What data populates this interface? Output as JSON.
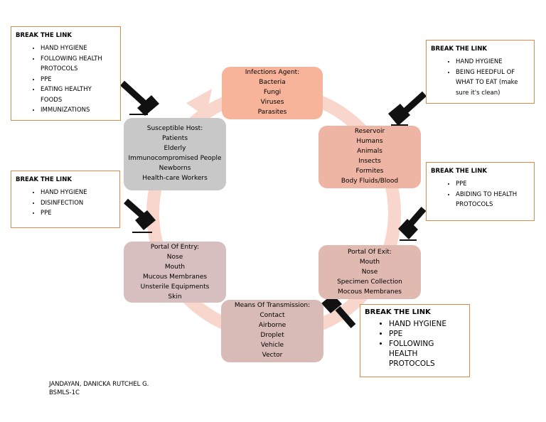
{
  "nodes": {
    "agent": {
      "title": "Infections Agent:",
      "items": [
        "Bacteria",
        "Fungi",
        "Viruses",
        "Parasites"
      ],
      "color": "#f7b49b"
    },
    "reservoir": {
      "title": "Reservoir",
      "items": [
        "Humans",
        "Animals",
        "Insects",
        "Formites",
        "Body Fluids/Blood"
      ],
      "color": "#efb5a4"
    },
    "exit": {
      "title": "Portal Of Exit:",
      "items": [
        "Mouth",
        "Nose",
        "Specimen Collection",
        "Mocous Membranes"
      ],
      "color": "#e0b9b1"
    },
    "transmission": {
      "title": "Means Of Transmission:",
      "items": [
        "Contact",
        "Airborne",
        "Droplet",
        "Vehicle",
        "Vector"
      ],
      "color": "#d8bbb7"
    },
    "entry": {
      "title": "Portal Of Entry:",
      "items": [
        "Nose",
        "Mouth",
        "Mucous Membranes",
        "Unsterile Equipments",
        "Skin"
      ],
      "color": "#d7bfbf"
    },
    "host": {
      "title": "Susceptible Host:",
      "items": [
        "Patients",
        "Elderly",
        "Immunocompromised People",
        "Newborns",
        "Health-care Workers"
      ],
      "color": "#c8c8c8"
    }
  },
  "boxes": {
    "host": {
      "title": "BREAK THE LINK",
      "items": [
        "HAND HYGIENE",
        "FOLLOWING HEALTH PROTOCOLS",
        "PPE",
        "EATING HEALTHY FOODS",
        "IMMUNIZATIONS"
      ]
    },
    "agent": {
      "title": "BREAK THE LINK",
      "items": [
        "HAND HYGIENE",
        "BEING HEEDFUL OF WHAT TO EAT (make sure it's clean)"
      ]
    },
    "reservoir": {
      "title": "BREAK THE LINK",
      "items": [
        "PPE",
        "ABIDING TO HEALTH PROTOCOLS"
      ]
    },
    "entry": {
      "title": "BREAK THE LINK",
      "items": [
        "HAND HYGIENE",
        "DISINFECTION",
        "PPE"
      ]
    },
    "exit": {
      "title": "BREAK THE LINK",
      "items": [
        "HAND HYGIENE",
        "PPE",
        "FOLLOWING HEALTH PROTOCOLS"
      ]
    }
  },
  "author": {
    "name": "JANDAYAN, DANICKA RUTCHEL G.",
    "section": "BSMLS-1C"
  },
  "colors": {
    "ring": "#f9d6cc",
    "box_border": "#e08a4a",
    "hammer": "#111111"
  }
}
